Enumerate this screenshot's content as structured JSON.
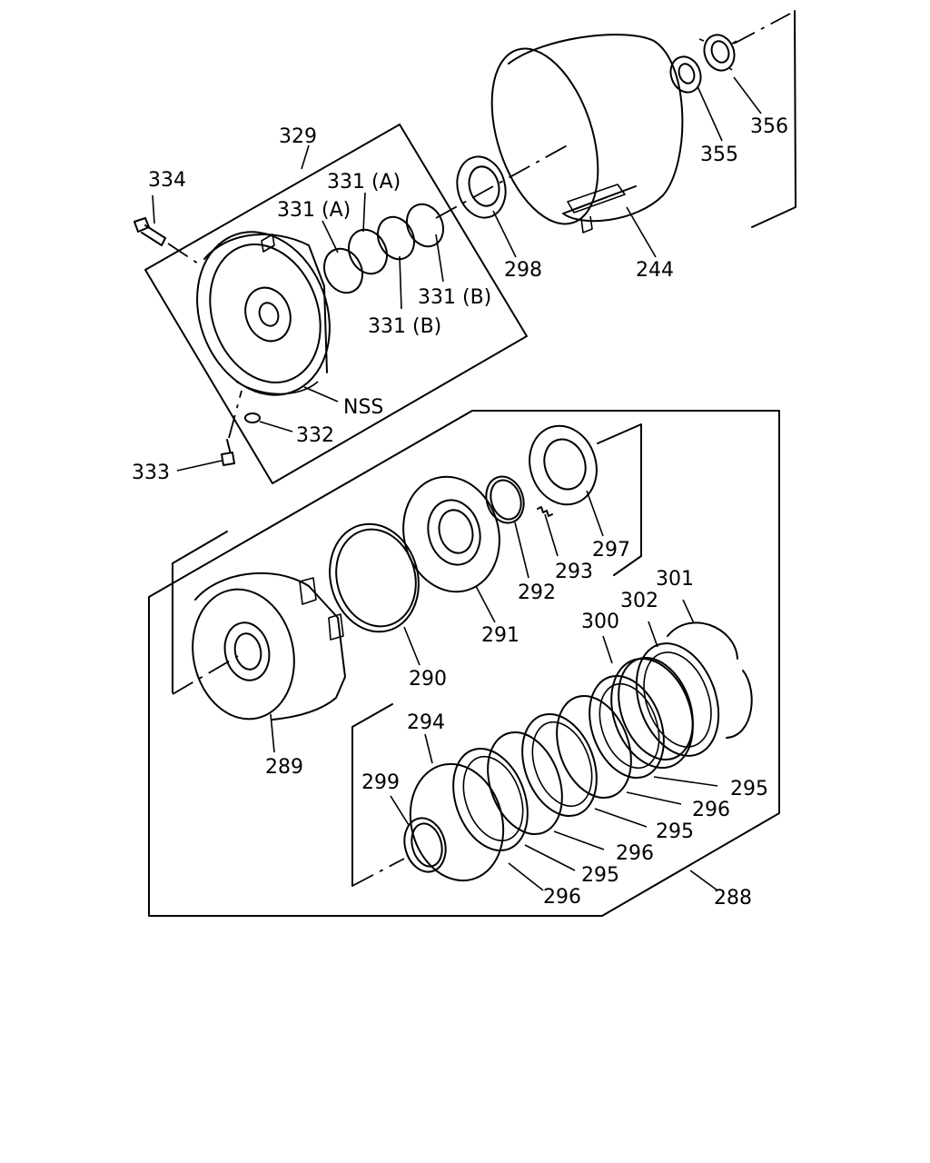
{
  "labels": {
    "p244": "244",
    "p288": "288",
    "p289": "289",
    "p290": "290",
    "p291": "291",
    "p292": "292",
    "p293": "293",
    "p294": "294",
    "p295a": "295",
    "p295b": "295",
    "p295c": "295",
    "p296a": "296",
    "p296b": "296",
    "p296c": "296",
    "p297": "297",
    "p298": "298",
    "p299": "299",
    "p300": "300",
    "p301": "301",
    "p302": "302",
    "p329": "329",
    "p331a1": "331 (A)",
    "p331a2": "331 (A)",
    "p331b1": "331 (B)",
    "p331b2": "331 (B)",
    "p332": "332",
    "p333": "333",
    "p334": "334",
    "p355": "355",
    "p356": "356",
    "nss": "NSS"
  }
}
